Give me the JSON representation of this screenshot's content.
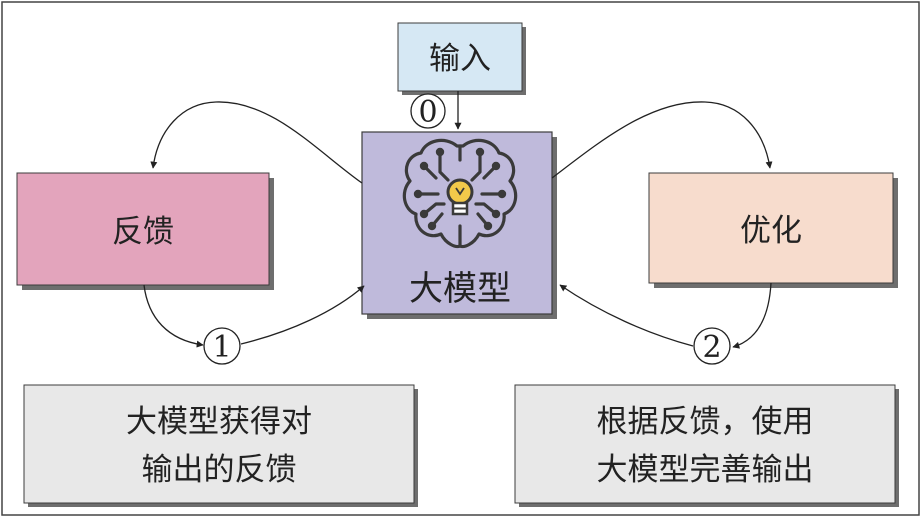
{
  "nodes": {
    "input": {
      "label": "输入",
      "fill": "#d6e8f4"
    },
    "model": {
      "label": "大模型",
      "fill": "#bfbadb",
      "icon": "brain-lightbulb-icon"
    },
    "feedback": {
      "label": "反馈",
      "fill": "#e3a4bc"
    },
    "optimize": {
      "label": "优化",
      "fill": "#f7dccd"
    }
  },
  "steps": {
    "zero": "0",
    "one": "1",
    "two": "2"
  },
  "notes": {
    "left": {
      "line1": "大模型获得对",
      "line2": "输出的反馈"
    },
    "right": {
      "line1": "根据反馈，使用",
      "line2": "大模型完善输出"
    }
  },
  "colors": {
    "border": "#3c3c3c",
    "note_fill": "#e8e8e8",
    "shadow": "#6e6e6e",
    "icon_stroke": "#3a3a3a",
    "bulb": "#f3c94a"
  }
}
